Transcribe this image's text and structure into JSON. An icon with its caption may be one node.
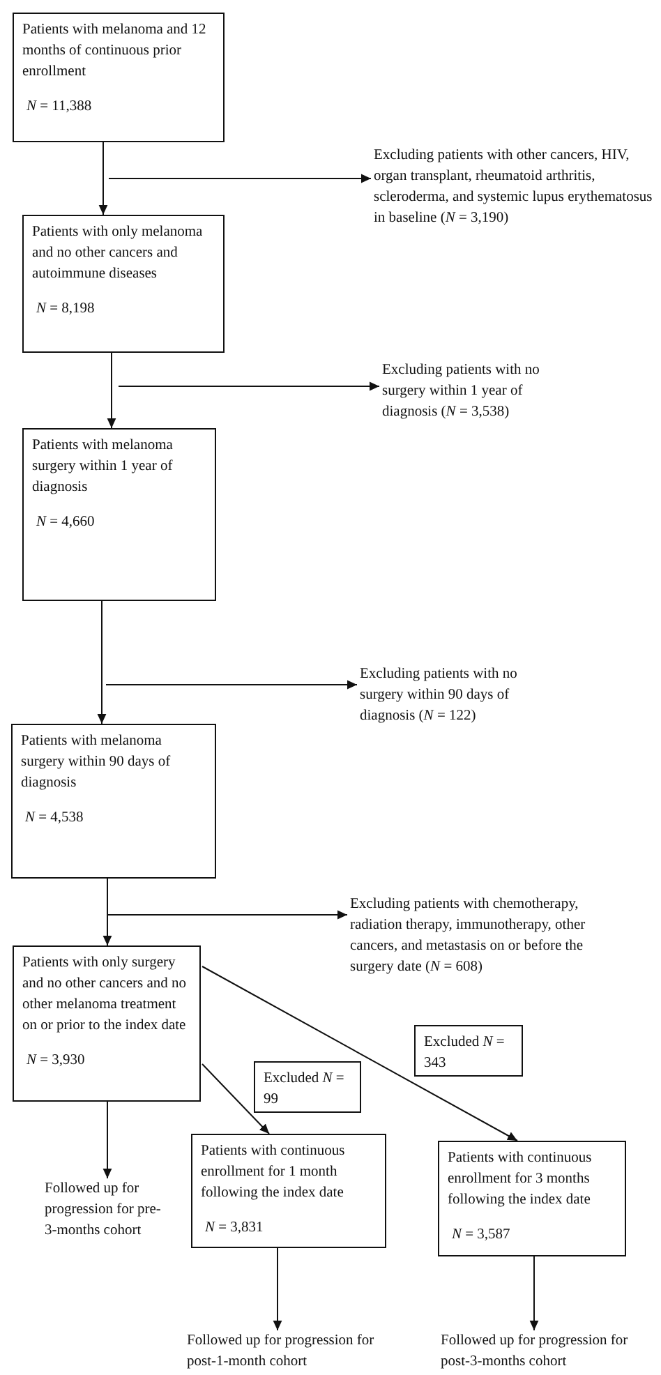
{
  "diagram": {
    "nodes": [
      {
        "text": [
          "Patients with melanoma and 12 months of continuous prior enrollment",
          "*N* = 11,388"
        ]
      },
      {
        "text": [
          "Excluding patients with other cancers, HIV, organ transplant, rheumatoid arthritis, scleroderma, and systemic lupus erythematosus in baseline (*N* = 3,190)"
        ]
      },
      {
        "text": [
          "Patients with only melanoma and no other cancers and autoimmune diseases",
          "*N* = 8,198"
        ]
      },
      {
        "text": [
          "Excluding patients with no surgery within 1 year of diagnosis (*N* = 3,538)"
        ]
      },
      {
        "text": [
          "Patients with melanoma surgery within 1 year of diagnosis",
          "*N* = 4,660"
        ]
      },
      {
        "text": [
          "Excluding patients with no surgery within 90 days of diagnosis (*N* = 122)"
        ]
      },
      {
        "text": [
          "Patients with melanoma surgery within 90 days of diagnosis",
          "*N* = 4,538"
        ]
      },
      {
        "text": [
          "Excluding patients with chemotherapy, radiation therapy, immunotherapy, other cancers, and metastasis on or before the surgery date (*N* = 608)"
        ]
      },
      {
        "text": [
          "Patients with only surgery and no other cancers and no other melanoma treatment on or prior to the index date",
          "*N* = 3,930"
        ]
      },
      {
        "text": [
          "Excluded *N* = 99"
        ]
      },
      {
        "text": [
          "Excluded *N* = 343"
        ]
      },
      {
        "text": [
          "Patients with continuous enrollment for 1 month following the index date",
          "*N* = 3,831"
        ]
      },
      {
        "text": [
          "Patients with continuous enrollment for 3 months following the index date",
          "*N* = 3,587"
        ]
      },
      {
        "text": [
          "Followed up for progression for pre-3-months cohort"
        ]
      },
      {
        "text": [
          "Followed up for progression for post-1-month cohort"
        ]
      },
      {
        "text": [
          "Followed up for progression for post-3-months cohort"
        ]
      }
    ],
    "edges": [
      {
        "from": 0,
        "to": 2,
        "arrow": "to"
      },
      {
        "from": null,
        "to": 1,
        "arrow": "to"
      },
      {
        "from": 2,
        "to": 4,
        "arrow": "to"
      },
      {
        "from": null,
        "to": 3,
        "arrow": "to"
      },
      {
        "from": 4,
        "to": 6,
        "arrow": "to"
      },
      {
        "from": null,
        "to": 5,
        "arrow": "to"
      },
      {
        "from": 6,
        "to": 8,
        "arrow": "to"
      },
      {
        "from": null,
        "to": 7,
        "arrow": "to"
      },
      {
        "from": 8,
        "to": 13,
        "arrow": "to"
      },
      {
        "from": 8,
        "to": 11,
        "arrow": "to"
      },
      {
        "from": 8,
        "to": 12,
        "arrow": "to"
      },
      {
        "from": 11,
        "to": 14,
        "arrow": "to"
      },
      {
        "from": 12,
        "to": 15,
        "arrow": "to"
      }
    ]
  }
}
